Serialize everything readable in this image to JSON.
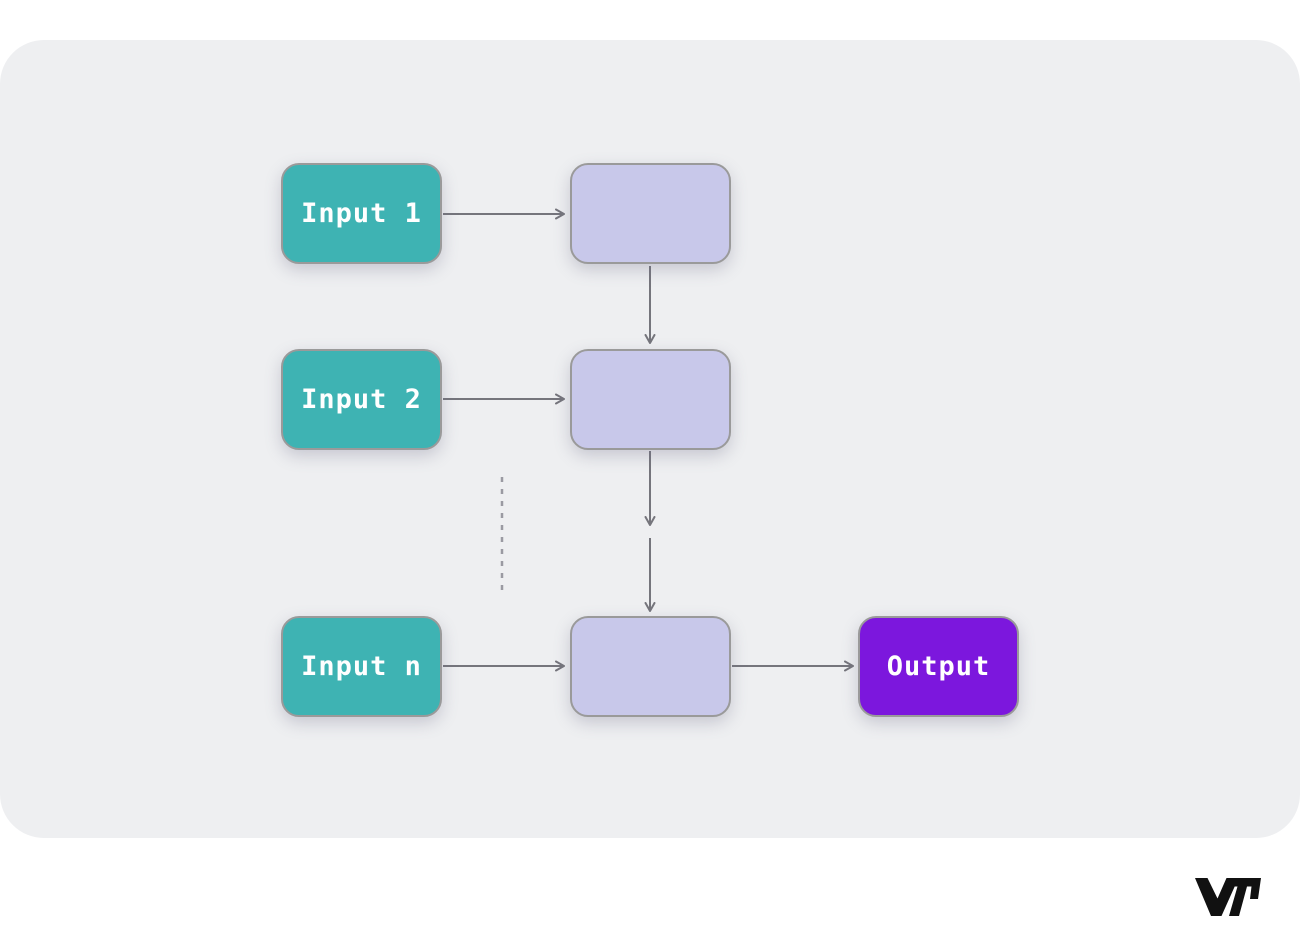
{
  "colors": {
    "page_background": "#ffffff",
    "canvas_background": "#eeeff1",
    "input_node_fill": "#3eb3b3",
    "process_node_fill": "#c8c8ea",
    "output_node_fill": "#7c17dd",
    "node_border": "#9a9a9a",
    "arrow": "#75757c",
    "dashed_line": "#9a9aa2",
    "node_label_text": "#ffffff",
    "logo": "#111111"
  },
  "diagram": {
    "nodes": [
      {
        "id": "input-1",
        "type": "input",
        "label": "Input 1"
      },
      {
        "id": "input-2",
        "type": "input",
        "label": "Input 2"
      },
      {
        "id": "input-n",
        "type": "input",
        "label": "Input n"
      },
      {
        "id": "process-1",
        "type": "process",
        "label": ""
      },
      {
        "id": "process-2",
        "type": "process",
        "label": ""
      },
      {
        "id": "process-3",
        "type": "process",
        "label": ""
      },
      {
        "id": "output-1",
        "type": "output",
        "label": "Output"
      }
    ],
    "edges": [
      {
        "from": "input-1",
        "to": "process-1",
        "style": "solid-arrow"
      },
      {
        "from": "input-2",
        "to": "process-2",
        "style": "solid-arrow"
      },
      {
        "from": "input-n",
        "to": "process-3",
        "style": "solid-arrow"
      },
      {
        "from": "process-1",
        "to": "process-2",
        "style": "solid-arrow"
      },
      {
        "from": "process-2",
        "to": "process-3",
        "style": "solid-arrow",
        "segments": 2
      },
      {
        "from": "process-3",
        "to": "output-1",
        "style": "solid-arrow"
      },
      {
        "between": [
          "input-2",
          "input-n"
        ],
        "style": "dashed-line-ellipsis"
      }
    ]
  },
  "branding": {
    "logo_text": "V7"
  }
}
